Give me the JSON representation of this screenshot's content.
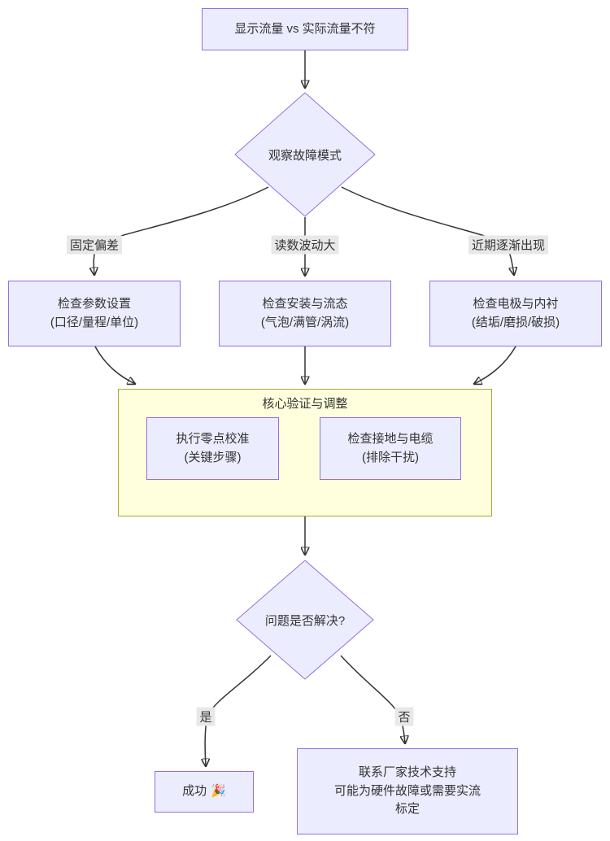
{
  "nodes": {
    "start": {
      "label": "显示流量 vs 实际流量不符"
    },
    "observe": {
      "label": "观察故障模式"
    },
    "check_params": {
      "label": "检查参数设置\n(口径/量程/单位)"
    },
    "check_install": {
      "label": "检查安装与流态\n(气泡/满管/涡流)"
    },
    "check_electrode": {
      "label": "检查电极与内衬\n(结垢/磨损/破损)"
    },
    "cluster": {
      "label": "核心验证与调整"
    },
    "zero_cal": {
      "label": "执行零点校准\n(关键步骤)"
    },
    "ground_cable": {
      "label": "检查接地与电缆\n(排除干扰)"
    },
    "resolved": {
      "label": "问题是否解决?"
    },
    "success": {
      "label": "成功",
      "emoji": "🎉"
    },
    "contact": {
      "label": "联系厂家技术支持\n可能为硬件故障或需要实流\n标定"
    }
  },
  "edges": {
    "fixed_bias": "固定偏差",
    "fluctuating": "读数波动大",
    "gradual": "近期逐渐出现",
    "yes": "是",
    "no": "否"
  },
  "colors": {
    "node_fill": "#ECECFF",
    "node_border": "#9370DB",
    "cluster_fill": "#FFFFDE",
    "cluster_border": "#AAAA33",
    "edge_label_bg": "#E8E8E8",
    "arrow": "#333333"
  }
}
